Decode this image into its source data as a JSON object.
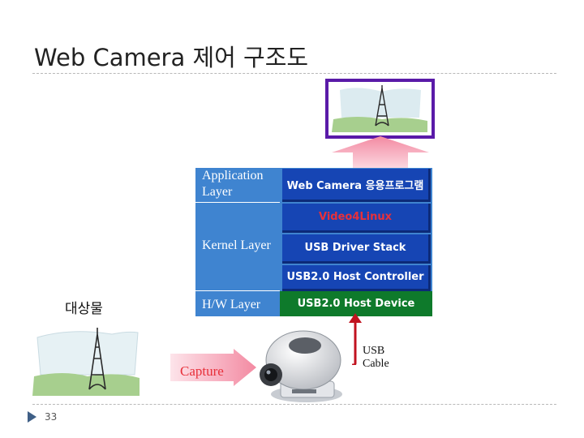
{
  "slide": {
    "title": "Web Camera 제어 구조도",
    "page_number": "33"
  },
  "layers": {
    "application": "Application Layer",
    "kernel": "Kernel Layer",
    "hw": "H/W Layer"
  },
  "boxes": {
    "app_program": "Web Camera 응용프로그램",
    "video4linux": "Video4Linux",
    "usb_driver": "USB Driver Stack",
    "host_controller": "USB2.0 Host Controller",
    "host_device": "USB2.0 Host Device"
  },
  "labels": {
    "target": "대상물",
    "capture": "Capture",
    "usb_cable": "USB Cable"
  },
  "colors": {
    "layer_blue": "#3f84d0",
    "box_blue": "#1645b4",
    "box_green": "#0e7a2b",
    "arrow_pink": "#f6a9b9",
    "monitor_purple": "#5a1aa8",
    "cable_red": "#c1121f"
  }
}
